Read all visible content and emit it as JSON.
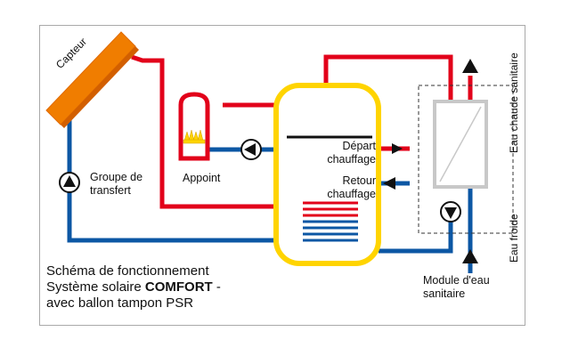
{
  "colors": {
    "hot": "#e2001a",
    "cold": "#0c57a4",
    "tank": "#ffd400",
    "collector": "#f07d00",
    "frame": "#a9a9a9"
  },
  "labels": {
    "collector": "Capteur",
    "pump_group": [
      "Groupe de",
      "transfert"
    ],
    "boiler": "Appoint",
    "heating_flow": [
      "Départ",
      "chauffage"
    ],
    "heating_return": [
      "Retour",
      "chauffage"
    ],
    "dhw_module": [
      "Module d'eau",
      "sanitaire"
    ],
    "hot_water": "Eau chaude sanitaire",
    "cold_water": "Eau froide"
  },
  "caption": {
    "line1": "Schéma de fonctionnement",
    "line2_prefix": "Système solaire ",
    "line2_bold": "COMFORT",
    "line2_suffix": " -",
    "line3": "avec ballon tampon PSR"
  },
  "icons": [
    "pump-icon",
    "burner-flame-icon",
    "arrow-up-icon",
    "arrow-left-icon",
    "arrow-right-icon",
    "heat-exchanger-icon"
  ]
}
